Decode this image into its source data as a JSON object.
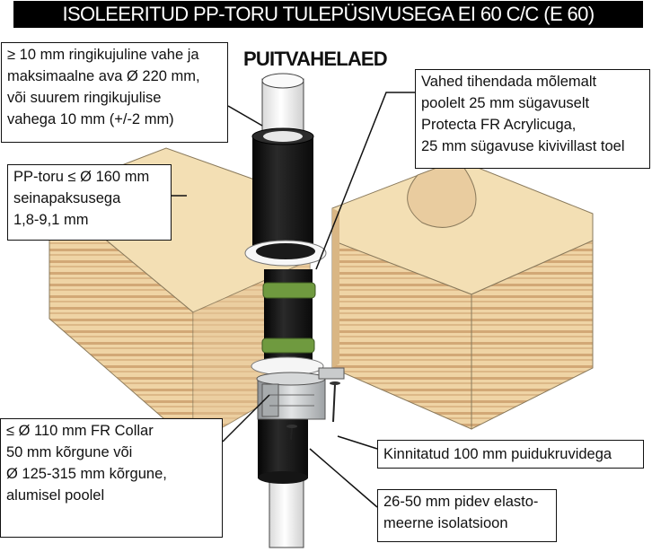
{
  "title": "ISOLEERITUD PP-TORU TULEPÜSIVUSEGA EI 60 C/C (E 60)",
  "subtitle": "PUITVAHELAED",
  "callouts": {
    "gap": [
      "≥ 10 mm ringikujuline vahe ja",
      "maksimaalne ava Ø 220 mm,",
      "või suurem ringikujulise",
      "vahega 10 mm (+/-2 mm)"
    ],
    "seal": [
      "Vahed tihendada mõlemalt",
      "poolelt 25 mm sügavuselt",
      "Protecta FR Acrylicuga,",
      "25 mm sügavuse kivivillast toel"
    ],
    "pipe": [
      "PP-toru ≤ Ø 160 mm",
      "seinapaksusega",
      "1,8-9,1 mm"
    ],
    "collar": [
      "≤ Ø 110 mm FR Collar",
      "50 mm kõrgune või",
      "Ø 125-315 mm kõrgune,",
      "alumisel poolel"
    ],
    "screws": [
      "Kinnitatud 100 mm puidukruvidega"
    ],
    "insulation": [
      "26-50 mm pidev elasto-",
      "meerne isolatsioon"
    ]
  },
  "colors": {
    "banner": "#000000",
    "wood_top": "#f2dcae",
    "wood_side": "#e8c99a",
    "wood_stripe": "#c9a06d",
    "pipe": "#f4f4f4",
    "insulation": "#141414",
    "seal_green": "#6e9a3e",
    "collar": "#b9bcbf"
  }
}
